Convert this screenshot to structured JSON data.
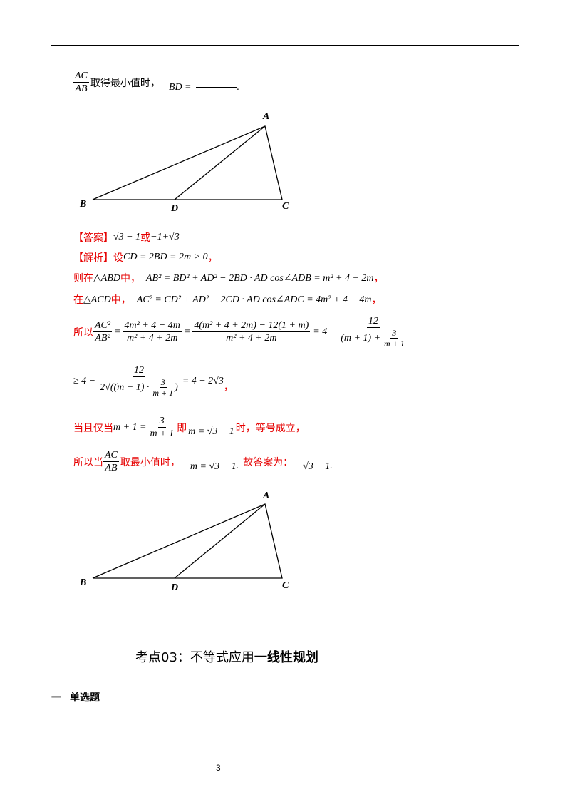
{
  "question": {
    "frac_num": "AC",
    "frac_den": "AB",
    "text": "取得最小值时，",
    "bd_label": "BD =",
    "period": "."
  },
  "figure": {
    "label_a": "A",
    "label_b": "B",
    "label_c": "C",
    "label_d": "D"
  },
  "answer": {
    "tag": "【答案】",
    "value1": "√3 − 1",
    "or": "或",
    "value2": "−1+√3"
  },
  "analysis": {
    "tag": "【解析】",
    "intro": "设",
    "setup": "CD = 2BD = 2m > 0",
    "comma": "，",
    "line1_prefix": "则在",
    "tri1": "△ABD",
    "zhong": "中，",
    "line1_eq": "AB² = BD² + AD² − 2BD · AD cos∠ADB = m² + 4 + 2m",
    "line2_prefix": "在",
    "tri2": "△ACD",
    "line2_eq": "AC² = CD² + AD² − 2CD · AD cos∠ADC = 4m² + 4 − 4m",
    "line3_prefix": "所以",
    "f1_num": "AC²",
    "f1_den": "AB²",
    "f2_num": "4m² + 4 − 4m",
    "f2_den": "m² + 4 + 2m",
    "f3_num": "4(m² + 4 + 2m) − 12(1 + m)",
    "f3_den": "m² + 4 + 2m",
    "eq_4minus": "= 4 −",
    "f4_num": "12",
    "f4_den_a": "(m + 1) +",
    "f4_den_fnum": "3",
    "f4_den_fden": "m + 1",
    "line4_ge": "≥ 4 −",
    "f5_num": "12",
    "f5_den_a": "2√((m + 1) ·",
    "f5_den_fnum": "3",
    "f5_den_fden": "m + 1",
    "f5_den_close": ")",
    "line4_result": "= 4 − 2√3",
    "line4_comma": "，",
    "line5_prefix": "当且仅当",
    "line5_lhs": "m + 1 =",
    "line5_fnum": "3",
    "line5_fden": "m + 1",
    "line5_ji": "即",
    "line5_m": "m = √3 − 1",
    "line5_suffix": "时，等号成立，",
    "line6_prefix": "所以当",
    "line6_fnum": "AC",
    "line6_fden": "AB",
    "line6_mid": "取最小值时，",
    "line6_m": "m = √3 − 1",
    "line6_dot": ".",
    "line6_ans_label": "故答案为：",
    "line6_ans": "√3 − 1",
    "line6_end": "."
  },
  "section": {
    "title_plain": "考点03：不等式应用",
    "title_bold": "一线性规划"
  },
  "subsection": {
    "dash": "一",
    "title": "单选题"
  },
  "page_number": "3"
}
